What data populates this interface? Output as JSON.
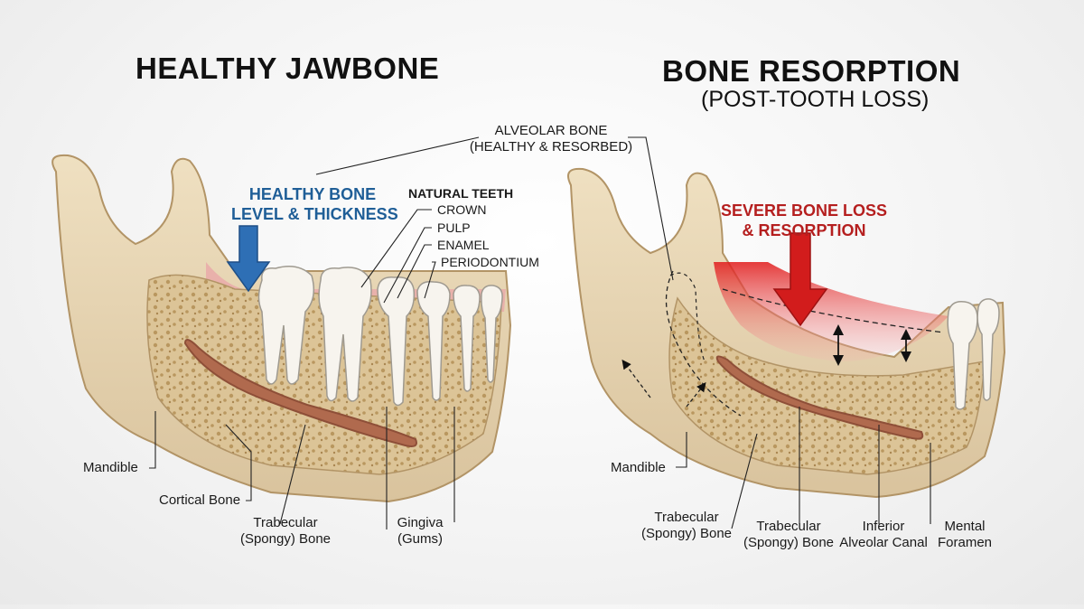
{
  "left_panel": {
    "title": "HEALTHY JAWBONE",
    "callout_line1": "HEALTHY BONE",
    "callout_line2": "LEVEL & THICKNESS",
    "teeth_heading": "NATURAL TEETH",
    "teeth_parts": [
      "CROWN",
      "PULP",
      "ENAMEL",
      "PERIODONTIUM"
    ],
    "mandible": "Mandible",
    "cortical_bone": "Cortical Bone",
    "trabecular_line1": "Trabecular",
    "trabecular_line2": "(Spongy) Bone",
    "gingiva_line1": "Gingiva",
    "gingiva_line2": "(Gums)"
  },
  "right_panel": {
    "title": "BONE RESORPTION",
    "subtitle": "(POST-TOOTH LOSS)",
    "callout_line1": "SEVERE BONE LOSS",
    "callout_line2": "& RESORPTION",
    "mandible": "Mandible",
    "trabecular_a_line1": "Trabecular",
    "trabecular_a_line2": "(Spongy) Bone",
    "trabecular_b_line1": "Trabecular",
    "trabecular_b_line2": "(Spongy) Bone",
    "canal_line1": "Inferior",
    "canal_line2": "Alveolar Canal",
    "foramen_line1": "Mental",
    "foramen_line2": "Foramen"
  },
  "shared": {
    "alveolar_line1": "ALVEOLAR BONE",
    "alveolar_line2": "(HEALTHY & RESORBED)"
  },
  "colors": {
    "bone": "#e8d6b3",
    "bone_shade": "#c9b08a",
    "trabecular": "#d9c39a",
    "nerve_canal": "#b06a4e",
    "gum": "#e6a3a6",
    "healthy_blue": "#1f5e97",
    "loss_red": "#d42020",
    "tooth": "#f7f4ee"
  }
}
